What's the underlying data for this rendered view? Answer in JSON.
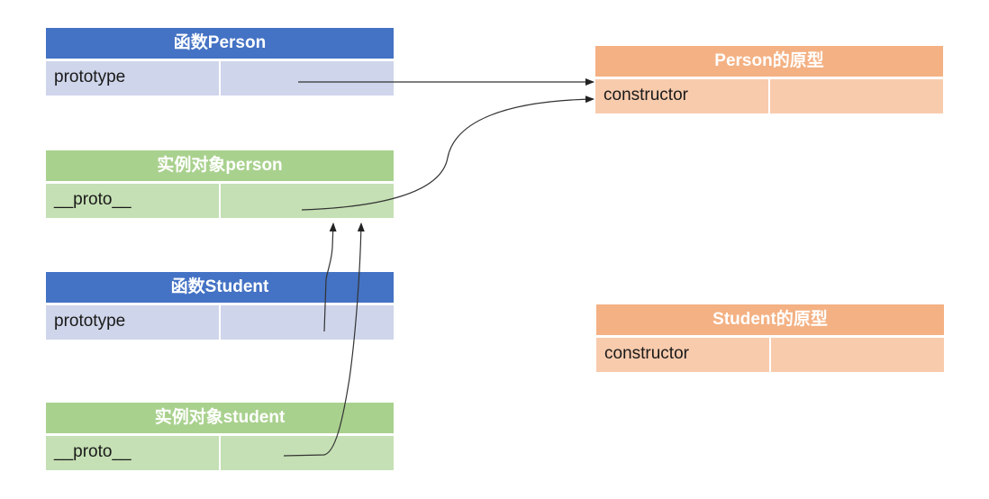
{
  "tables": {
    "person_fn": {
      "title": "函数Person",
      "field": "prototype",
      "value": ""
    },
    "person_instance": {
      "title": "实例对象person",
      "field": "__proto__",
      "value": ""
    },
    "student_fn": {
      "title": "函数Student",
      "field": "prototype",
      "value": ""
    },
    "student_instance": {
      "title": "实例对象student",
      "field": "__proto__",
      "value": ""
    },
    "person_proto": {
      "title": "Person的原型",
      "field": "constructor",
      "value": ""
    },
    "student_proto": {
      "title": "Student的原型",
      "field": "constructor",
      "value": ""
    }
  },
  "colors": {
    "function_header": "#4472c4",
    "function_row": "#cfd5ea",
    "instance_header": "#a9d18e",
    "instance_row": "#c5e0b4",
    "prototype_header": "#f4b183",
    "prototype_row": "#f8cbad",
    "arrow": "#222222"
  },
  "connections": [
    {
      "from": "person_fn.prototype",
      "to": "person_proto"
    },
    {
      "from": "person_instance.__proto__",
      "to": "person_proto"
    },
    {
      "from": "student_fn.prototype",
      "to": "person_instance"
    },
    {
      "from": "student_instance.__proto__",
      "to": "person_instance"
    }
  ]
}
